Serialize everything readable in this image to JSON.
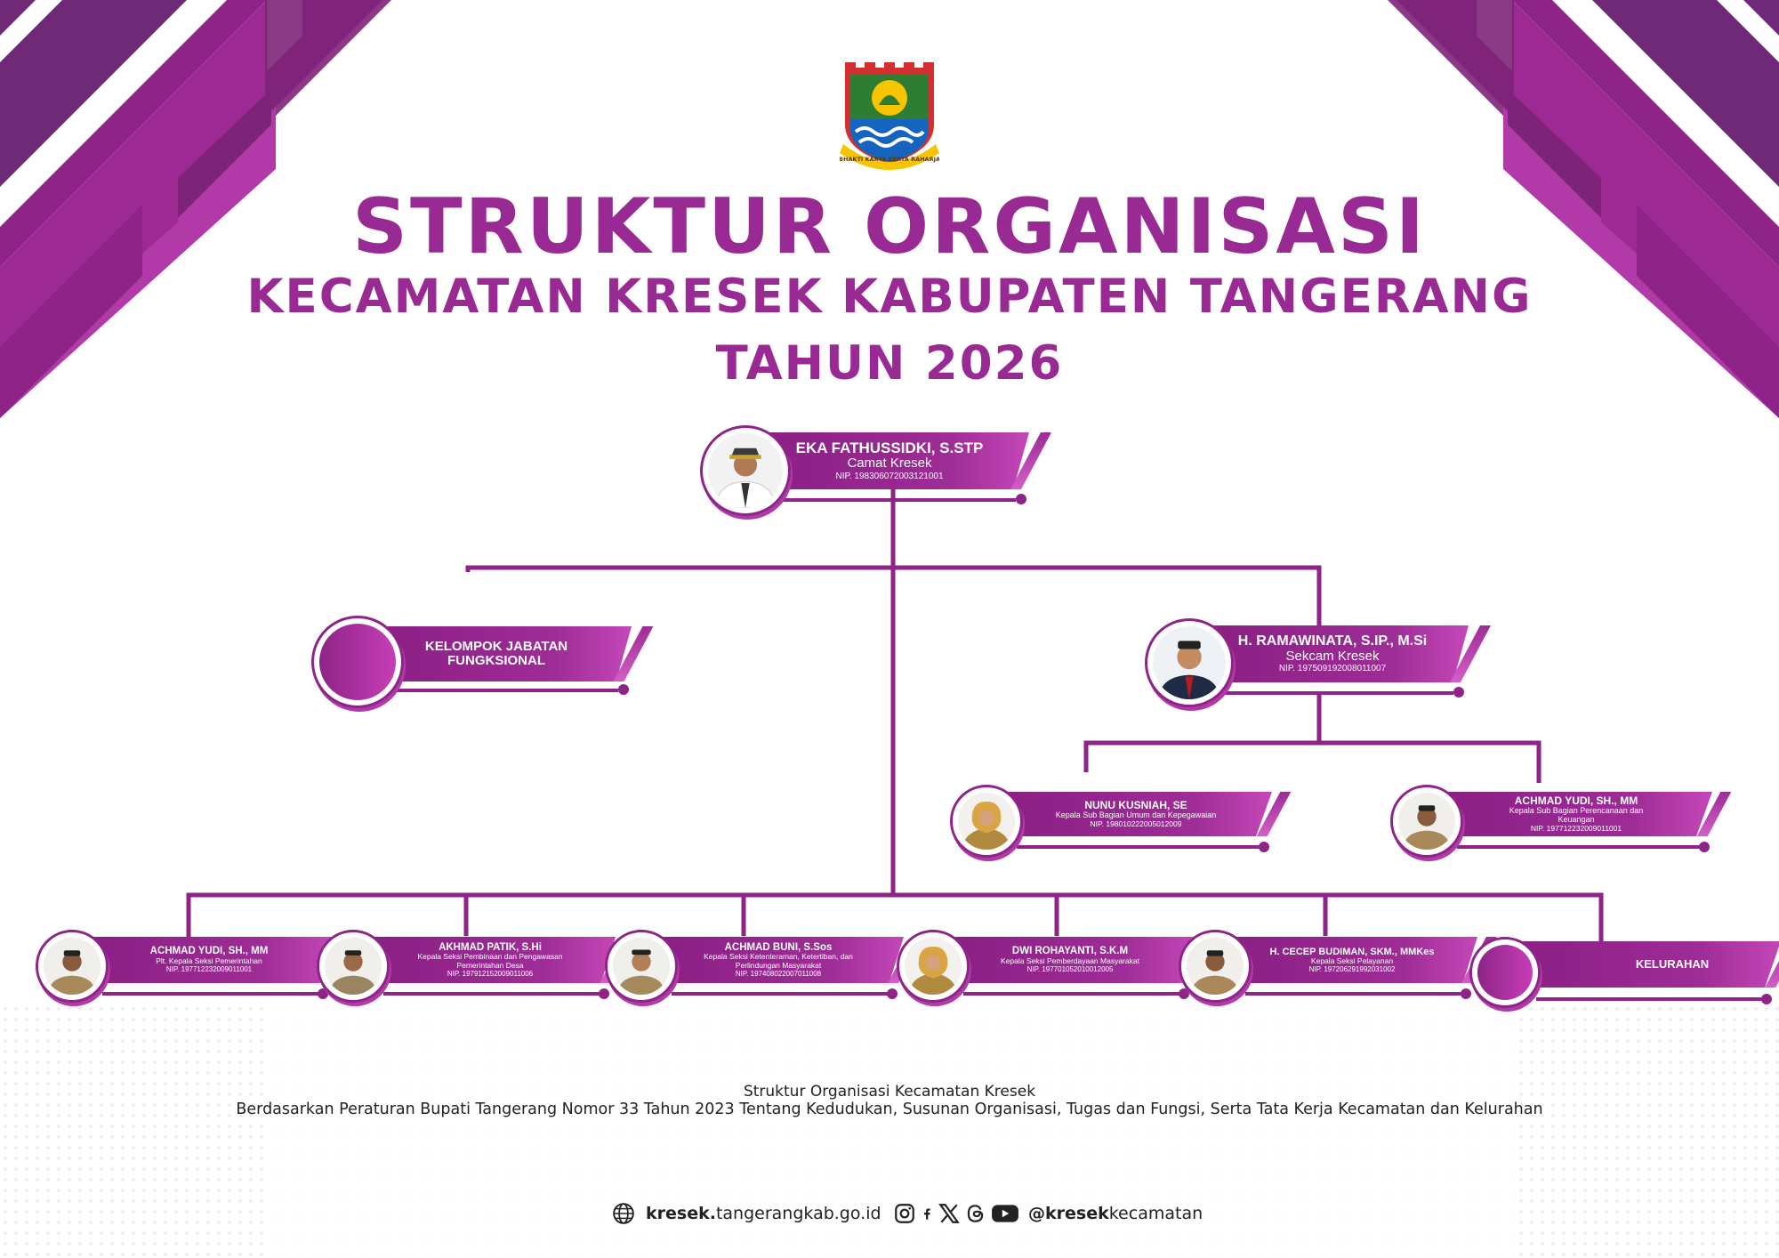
{
  "header": {
    "title": "STRUKTUR ORGANISASI",
    "subtitle": "KECAMATAN KRESEK KABUPATEN TANGERANG",
    "year": "TAHUN 2026",
    "logo_motto": "BHAKTI KARYA KERTA RAHARJA"
  },
  "colors": {
    "primary": "#9a2a93",
    "dark": "#7d2478",
    "light": "#c447b8"
  },
  "org": {
    "camat": {
      "name": "EKA FATHUSSIDKI, S.STP",
      "position": "Camat Kresek",
      "nip": "NIP. 198306072003121001"
    },
    "fungsional": {
      "name": "KELOMPOK JABATAN\nFUNGKSIONAL"
    },
    "sekcam": {
      "name": "H. RAMAWINATA, S.IP., M.Si",
      "position": "Sekcam Kresek",
      "nip": "NIP. 197509192008011007"
    },
    "subbag_umum": {
      "name": "NUNU KUSNIAH, SE",
      "position": "Kepala Sub Bagian Umum dan Kepegawaian",
      "nip": "NIP. 198010222005012009"
    },
    "subbag_keu": {
      "name": "ACHMAD YUDI, SH., MM",
      "position": "Kepala Sub Bagian Perencanaan dan Keuangan",
      "nip": "NIP. 197712232009011001"
    },
    "seksi": [
      {
        "name": "ACHMAD YUDI, SH., MM",
        "position": "Plt. Kepala Seksi Pemerintahan",
        "nip": "NIP. 197712232009011001"
      },
      {
        "name": "AKHMAD PATIK, S.Hi",
        "position": "Kepala Seksi Pembinaan dan Pengawasan Pemerintahan Desa",
        "nip": "NIP. 197912152009011006"
      },
      {
        "name": "ACHMAD BUNI, S.Sos",
        "position": "Kepala Seksi Ketenteraman, Ketertiban, dan Perlindungan Masyarakat",
        "nip": "NIP. 197408022007011008"
      },
      {
        "name": "DWI ROHAYANTI, S.K.M",
        "position": "Kepala Seksi Pemberdayaan Masyarakat",
        "nip": "NIP. 197701052010012005"
      },
      {
        "name": "H. CECEP BUDIMAN, SKM., MMKes",
        "position": "Kepala Seksi Pelayanan",
        "nip": "NIP. 197206291992031002"
      }
    ],
    "kelurahan": {
      "name": "KELURAHAN"
    }
  },
  "note": {
    "line1": "Struktur Organisasi Kecamatan Kresek",
    "line2": "Berdasarkan Peraturan Bupati Tangerang Nomor 33 Tahun 2023 Tentang Kedudukan, Susunan Organisasi, Tugas dan Fungsi, Serta Tata Kerja Kecamatan dan Kelurahan"
  },
  "footer": {
    "website_bold": "kresek.",
    "website_rest": "tangerangkab.go.id",
    "social_bold": "@kresek",
    "social_rest": "kecamatan",
    "icons": [
      "globe-icon",
      "instagram-icon",
      "facebook-icon",
      "x-icon",
      "threads-icon",
      "youtube-icon"
    ]
  }
}
